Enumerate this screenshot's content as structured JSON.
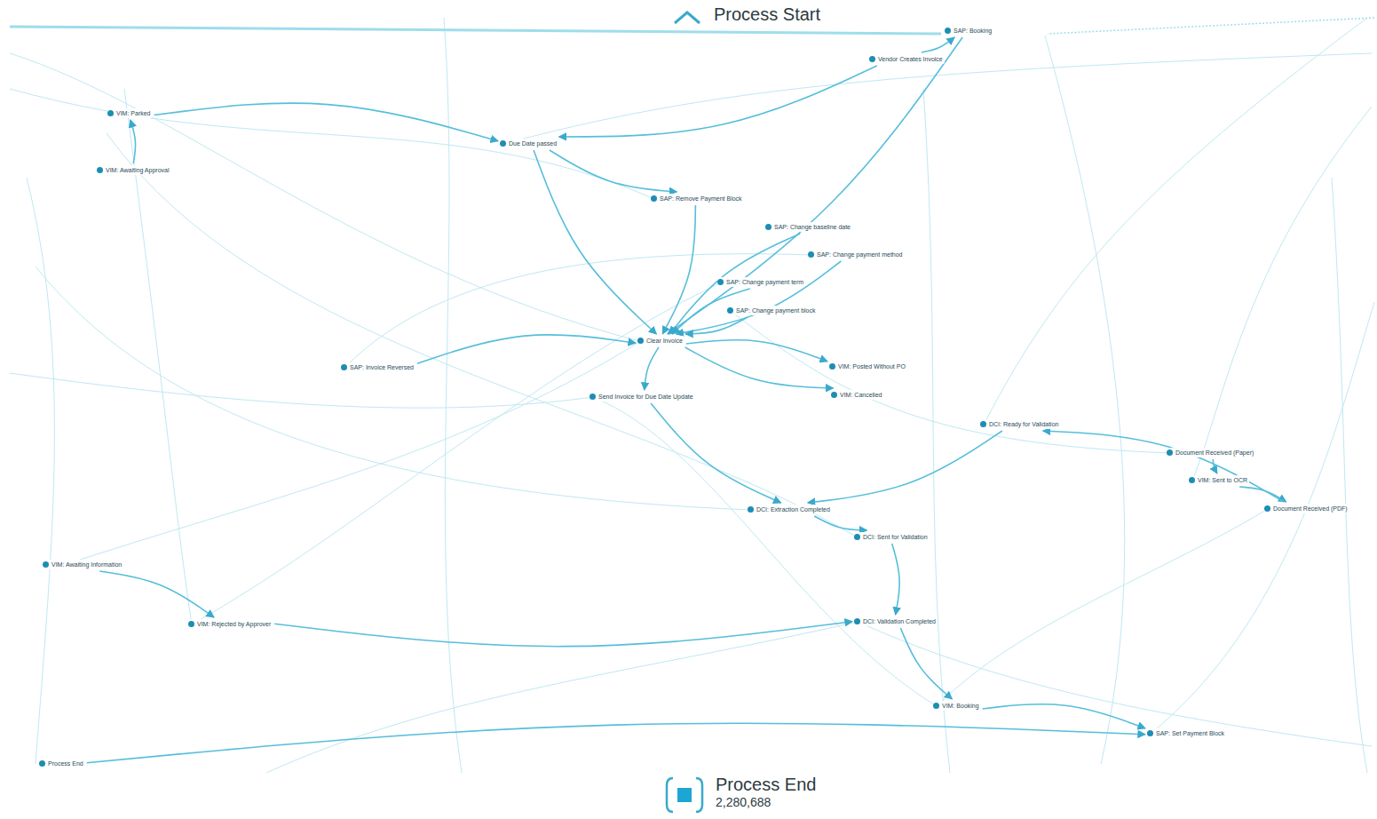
{
  "diagram": {
    "nodes": [
      {
        "text": [
          "Process Start"
        ]
      },
      {
        "text": [
          "SAP: Booking"
        ]
      },
      {
        "text": [
          "Vendor Creates Invoice"
        ]
      },
      {
        "text": [
          "VIM: Parked"
        ]
      },
      {
        "text": [
          "VIM: Awaiting Approval"
        ]
      },
      {
        "text": [
          "Due Date passed"
        ]
      },
      {
        "text": [
          "SAP: Remove Payment Block"
        ]
      },
      {
        "text": [
          "SAP: Change baseline date"
        ]
      },
      {
        "text": [
          "SAP: Change payment method"
        ]
      },
      {
        "text": [
          "SAP: Change payment term"
        ]
      },
      {
        "text": [
          "SAP: Change payment block"
        ]
      },
      {
        "text": [
          "SAP: Invoice Reversed"
        ]
      },
      {
        "text": [
          "Clear Invoice"
        ]
      },
      {
        "text": [
          "VIM: Posted Without PO"
        ]
      },
      {
        "text": [
          "VIM: Cancelled"
        ]
      },
      {
        "text": [
          "Send Invoice for Due Date Update"
        ]
      },
      {
        "text": [
          "DCI: Ready for Validation"
        ]
      },
      {
        "text": [
          "Document Received (Paper)"
        ]
      },
      {
        "text": [
          "VIM: Sent to OCR"
        ]
      },
      {
        "text": [
          "Document Received (PDF)"
        ]
      },
      {
        "text": [
          "DCI: Extraction Completed"
        ]
      },
      {
        "text": [
          "DCI: Sent for Validation"
        ]
      },
      {
        "text": [
          "VIM: Awaiting Information"
        ]
      },
      {
        "text": [
          "VIM: Rejected by Approver"
        ]
      },
      {
        "text": [
          "DCI: Validation Completed"
        ]
      },
      {
        "text": [
          "Process End"
        ]
      },
      {
        "text": [
          "VIM: Booking"
        ]
      },
      {
        "text": [
          "SAP: Set Payment Block"
        ]
      },
      {
        "text": [
          "Process End",
          "2,280,688"
        ]
      }
    ],
    "edges": [
      {
        "from": 2,
        "to": 1,
        "arrow": "to"
      },
      {
        "from": 2,
        "to": 5,
        "arrow": "to"
      },
      {
        "from": 5,
        "to": 12,
        "arrow": "to"
      },
      {
        "from": 1,
        "to": 12,
        "arrow": "to"
      },
      {
        "from": 5,
        "to": 6,
        "arrow": "to"
      },
      {
        "from": 6,
        "to": 12,
        "arrow": "to"
      },
      {
        "from": 7,
        "to": 12,
        "arrow": "to"
      },
      {
        "from": 8,
        "to": 12,
        "arrow": "to"
      },
      {
        "from": 9,
        "to": 12,
        "arrow": "to"
      },
      {
        "from": 10,
        "to": 12,
        "arrow": "to"
      },
      {
        "from": 12,
        "to": 15,
        "arrow": "to"
      },
      {
        "from": 12,
        "to": 13,
        "arrow": "to"
      },
      {
        "from": 12,
        "to": 14,
        "arrow": "to"
      },
      {
        "from": 16,
        "to": 20,
        "arrow": "to"
      },
      {
        "from": 20,
        "to": 21,
        "arrow": "to"
      },
      {
        "from": 21,
        "to": 24,
        "arrow": "to"
      },
      {
        "from": 24,
        "to": 26,
        "arrow": "to"
      },
      {
        "from": 26,
        "to": 27,
        "arrow": "to"
      },
      {
        "from": 17,
        "to": 18,
        "arrow": "to"
      },
      {
        "from": 18,
        "to": 19,
        "arrow": "to"
      },
      {
        "from": 19,
        "to": 16,
        "arrow": "to"
      },
      {
        "from": 3,
        "to": 5,
        "arrow": "to"
      },
      {
        "from": 4,
        "to": 3,
        "arrow": "to"
      },
      {
        "from": 22,
        "to": 23,
        "arrow": "to"
      },
      {
        "from": 23,
        "to": 24,
        "arrow": "to"
      },
      {
        "from": 11,
        "to": 12,
        "arrow": "to"
      },
      {
        "from": 15,
        "to": 20,
        "arrow": "to"
      },
      {
        "from": 25,
        "to": 27,
        "arrow": "to"
      }
    ]
  }
}
